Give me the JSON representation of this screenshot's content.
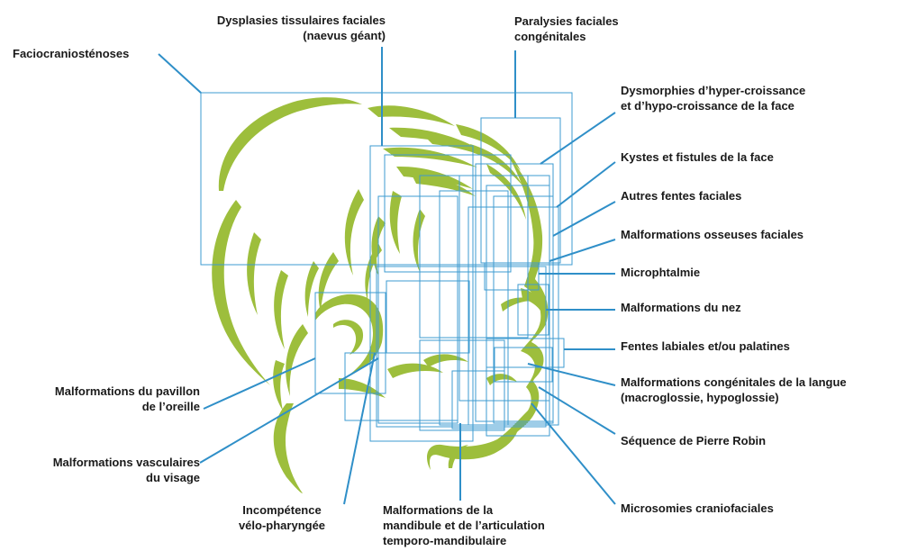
{
  "colors": {
    "line": "#2f8fc8",
    "box": "#3d9bd1",
    "profile": "#9dbe3c",
    "text": "#1a1a1a"
  },
  "labels": {
    "faciocraniostenoses": [
      "Faciocraniosténoses"
    ],
    "dysplasies": [
      "Dysplasies tissulaires faciales",
      "(naevus géant)"
    ],
    "paralysies": [
      "Paralysies faciales",
      "congénitales"
    ],
    "dysmorphies": [
      "Dysmorphies d’hyper-croissance",
      "et d’hypo-croissance de la face"
    ],
    "kystes": [
      "Kystes et fistules de la face"
    ],
    "autres_fentes": [
      "Autres fentes faciales"
    ],
    "osseuses": [
      "Malformations osseuses faciales"
    ],
    "microphtalmie": [
      "Microphtalmie"
    ],
    "nez": [
      "Malformations du nez"
    ],
    "fentes_labiales": [
      "Fentes labiales et/ou palatines"
    ],
    "langue": [
      "Malformations congénitales de la langue",
      "(macroglossie, hypoglossie)"
    ],
    "pierre_robin": [
      "Séquence de Pierre Robin"
    ],
    "microsomies": [
      "Microsomies craniofaciales"
    ],
    "mandibule": [
      "Malformations de la",
      "mandibule et de l’articulation",
      "temporo-mandibulaire"
    ],
    "incompetence": [
      "Incompétence",
      "vélo-pharyngée"
    ],
    "vasculaires": [
      "Malformations vasculaires",
      "du visage"
    ],
    "pavillon": [
      "Malformations du pavillon",
      "de l’oreille"
    ]
  }
}
